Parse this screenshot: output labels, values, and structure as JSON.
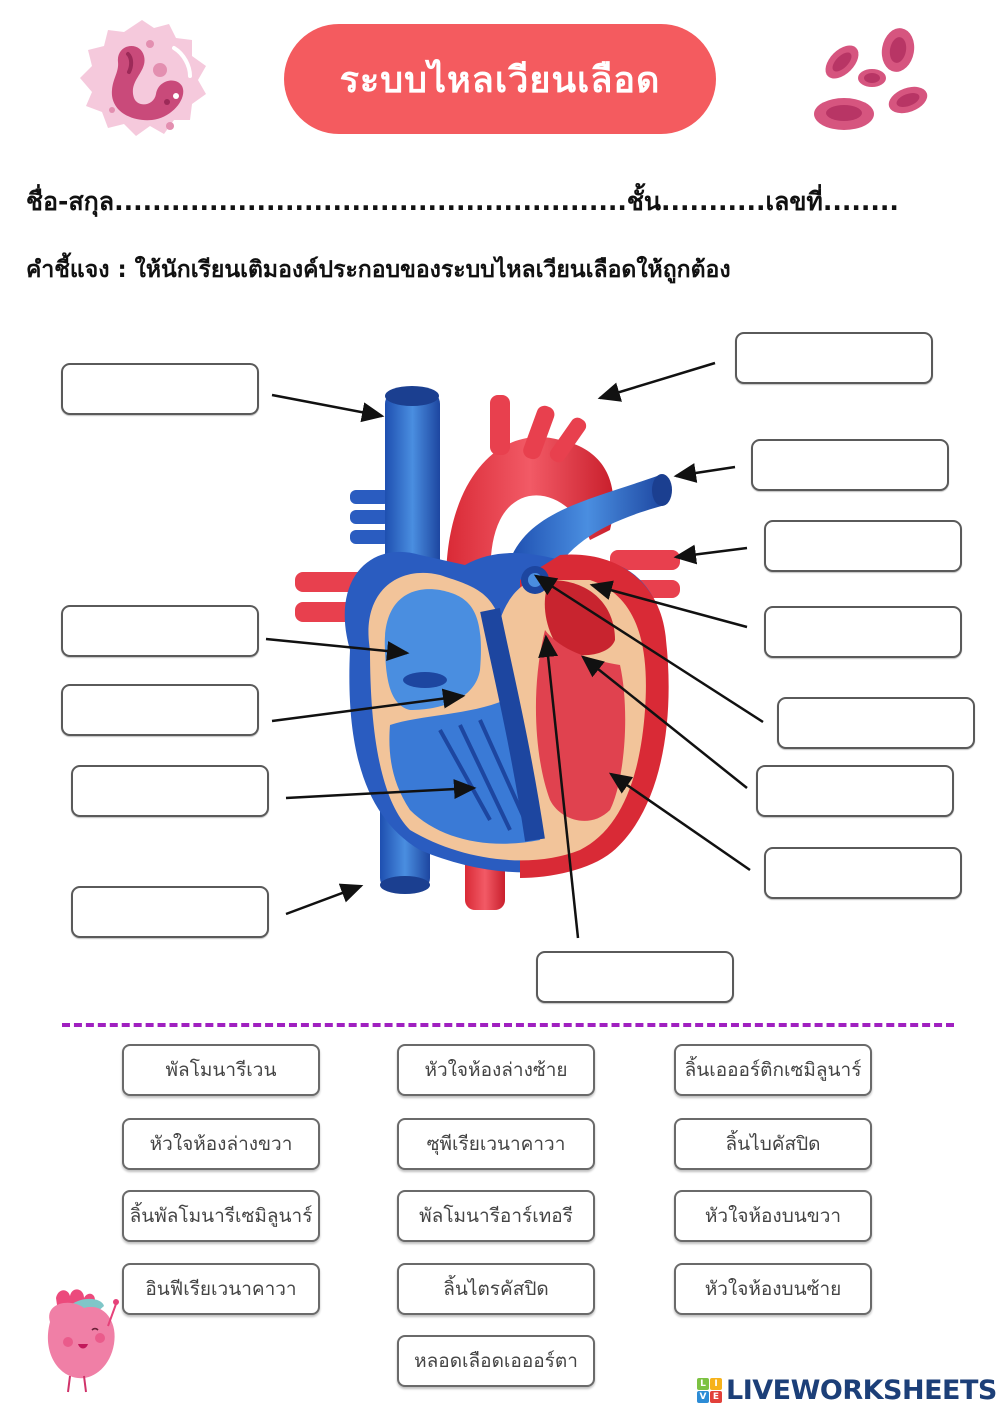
{
  "header": {
    "title": "ระบบไหลเวียนเลือด",
    "title_bg_color": "#f45b5f",
    "name_label": "ชื่อ-สกุล",
    "name_dots": "......................................................",
    "class_label": "ชั้น",
    "class_dots": "...........",
    "number_label": "เลขที่",
    "number_dots": "........",
    "instruction": "คำชี้แจง : ให้นักเรียนเติมองค์ประกอบของระบบไหลเวียนเลือดให้ถูกต้อง"
  },
  "decorations": {
    "top_left_icon": "white-blood-cell-icon",
    "top_right_icon": "red-blood-cells-icon",
    "bottom_left_icon": "heart-mascot-icon",
    "divider_color": "#a020c0"
  },
  "diagram": {
    "image": "heart-anatomy-diagram",
    "answer_boxes": [
      {
        "id": 1,
        "value": ""
      },
      {
        "id": 2,
        "value": ""
      },
      {
        "id": 3,
        "value": ""
      },
      {
        "id": 4,
        "value": ""
      },
      {
        "id": 5,
        "value": ""
      },
      {
        "id": 6,
        "value": ""
      },
      {
        "id": 7,
        "value": ""
      },
      {
        "id": 8,
        "value": ""
      },
      {
        "id": 9,
        "value": ""
      },
      {
        "id": 10,
        "value": ""
      },
      {
        "id": 11,
        "value": ""
      },
      {
        "id": 12,
        "value": ""
      },
      {
        "id": 13,
        "value": ""
      },
      {
        "id": 14,
        "value": ""
      }
    ]
  },
  "word_bank": {
    "column_1": [
      "พัลโมนารีเวน",
      "หัวใจห้องล่างขวา",
      "ลิ้นพัลโมนารีเซมิลูนาร์",
      "อินฟีเรียเวนาคาวา"
    ],
    "column_2": [
      "หัวใจห้องล่างซ้าย",
      "ซุพีเรียเวนาคาวา",
      "พัลโมนารีอาร์เทอรี",
      "ลิ้นไตรคัสปิด",
      "หลอดเลือดเอออร์ตา"
    ],
    "column_3": [
      "ลิ้นเอออร์ติกเซมิลูนาร์",
      "ลิ้นไบคัสปิด",
      "หัวใจห้องบนขวา",
      "หัวใจห้องบนซ้าย"
    ]
  },
  "footer": {
    "logo_letters": [
      "L",
      "I",
      "V",
      "E"
    ],
    "logo_text": "LIVEWORKSHEETS",
    "logo_color": "#1c3f78"
  }
}
